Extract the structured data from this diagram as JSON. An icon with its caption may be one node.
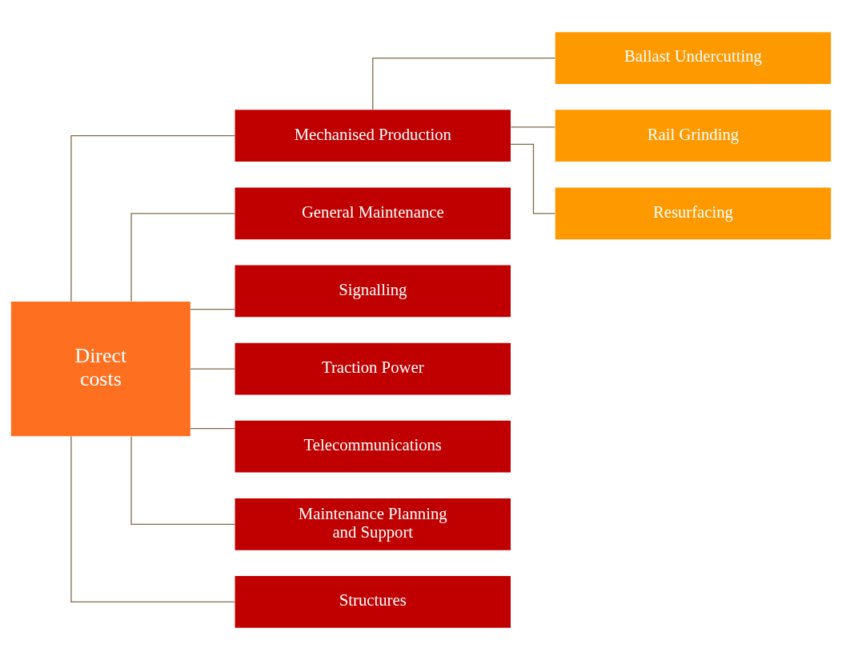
{
  "diagram": {
    "nodes": [
      {
        "text": [
          "Direct costs"
        ]
      },
      {
        "text": [
          "Mechanised Production"
        ]
      },
      {
        "text": [
          "General Maintenance"
        ]
      },
      {
        "text": [
          "Signalling"
        ]
      },
      {
        "text": [
          "Traction Power"
        ]
      },
      {
        "text": [
          "Telecommunications"
        ]
      },
      {
        "text": [
          "Maintenance Planning and Support"
        ]
      },
      {
        "text": [
          "Structures"
        ]
      },
      {
        "text": [
          "Ballast Undercutting"
        ]
      },
      {
        "text": [
          "Rail Grinding"
        ]
      },
      {
        "text": [
          "Resurfacing"
        ]
      }
    ],
    "edges": [
      {
        "from": 0,
        "to": 1,
        "arrow": "none"
      },
      {
        "from": 0,
        "to": 2,
        "arrow": "none"
      },
      {
        "from": 0,
        "to": 3,
        "arrow": "none"
      },
      {
        "from": 0,
        "to": 4,
        "arrow": "none"
      },
      {
        "from": 0,
        "to": 5,
        "arrow": "none"
      },
      {
        "from": 0,
        "to": 6,
        "arrow": "none"
      },
      {
        "from": 0,
        "to": 7,
        "arrow": "none"
      },
      {
        "from": 1,
        "to": 8,
        "arrow": "none"
      },
      {
        "from": 1,
        "to": 9,
        "arrow": "none"
      },
      {
        "from": 1,
        "to": 10,
        "arrow": "none"
      }
    ]
  }
}
